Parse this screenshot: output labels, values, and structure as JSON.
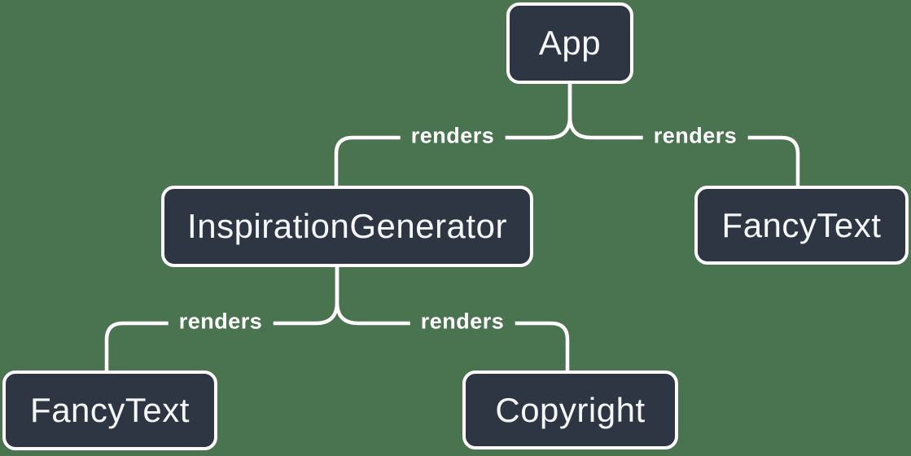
{
  "colors": {
    "background": "#4a744f",
    "node_fill": "#2e3644",
    "line_and_border": "#ffffff",
    "node_text": "#f6f7f9"
  },
  "diagram": {
    "type": "tree",
    "description": "React render tree diagram",
    "nodes": [
      {
        "id": "app",
        "label": "App"
      },
      {
        "id": "inspiration-generator",
        "label": "InspirationGenerator"
      },
      {
        "id": "fancy-text-right",
        "label": "FancyText"
      },
      {
        "id": "fancy-text-left",
        "label": "FancyText"
      },
      {
        "id": "copyright",
        "label": "Copyright"
      }
    ],
    "edges": [
      {
        "from": "App",
        "to": "InspirationGenerator",
        "label": "renders"
      },
      {
        "from": "App",
        "to": "FancyText",
        "label": "renders"
      },
      {
        "from": "InspirationGenerator",
        "to": "FancyText",
        "label": "renders"
      },
      {
        "from": "InspirationGenerator",
        "to": "Copyright",
        "label": "renders"
      }
    ]
  }
}
